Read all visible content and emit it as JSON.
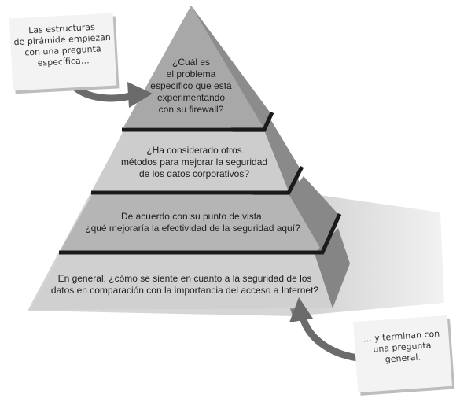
{
  "pyramid": {
    "tiers": [
      {
        "text": "¿Cuál es\nel problema\nespecífico que está\nexperimentando\ncon su firewall?"
      },
      {
        "text": "¿Ha considerado otros\nmétodos para mejorar la seguridad\nde los datos corporativos?"
      },
      {
        "text": "De acuerdo con su punto de vista,\n¿qué mejoraría la efectividad de la seguridad aquí?"
      },
      {
        "text": "En general, ¿cómo se siente en cuanto a la seguridad de los\ndatos en comparación con la importancia del acceso a Internet?"
      }
    ]
  },
  "notes": {
    "top": "Las estructuras\nde pirámide empiezan\ncon una pregunta\nespecífica…",
    "bottom": "… y terminan con\nuna pregunta\ngeneral."
  },
  "colors": {
    "face": "#c4c4c4",
    "apex_face": "#a9a9a9",
    "right_side": "#8f8f8f",
    "divider": "#1a1a1a",
    "shadow": "#d9d9d9",
    "arrow": "#6b6b6b"
  }
}
